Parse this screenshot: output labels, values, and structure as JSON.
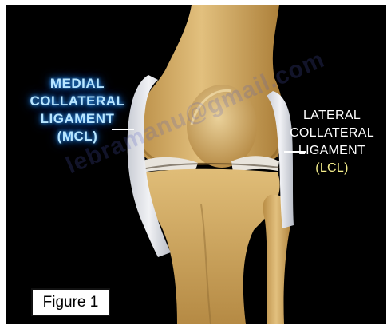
{
  "labels": {
    "mcl": {
      "line1": "MEDIAL",
      "line2": "COLLATERAL",
      "line3": "LIGAMENT",
      "abbr": "(MCL)"
    },
    "lcl": {
      "line1": "LATERAL",
      "line2": "COLLATERAL",
      "line3": "LIGAMENT",
      "abbr": "(LCL)"
    }
  },
  "watermark": "lebramanu@gmail.com",
  "caption": "Figure 1",
  "colors": {
    "background": "#000000",
    "bone": "#d9b46f",
    "ligament": "#dde0e6",
    "mcl_text": "#b9e6ff",
    "mcl_glow": "#2f8fe0",
    "lcl_abbr": "#f6ef8c"
  }
}
